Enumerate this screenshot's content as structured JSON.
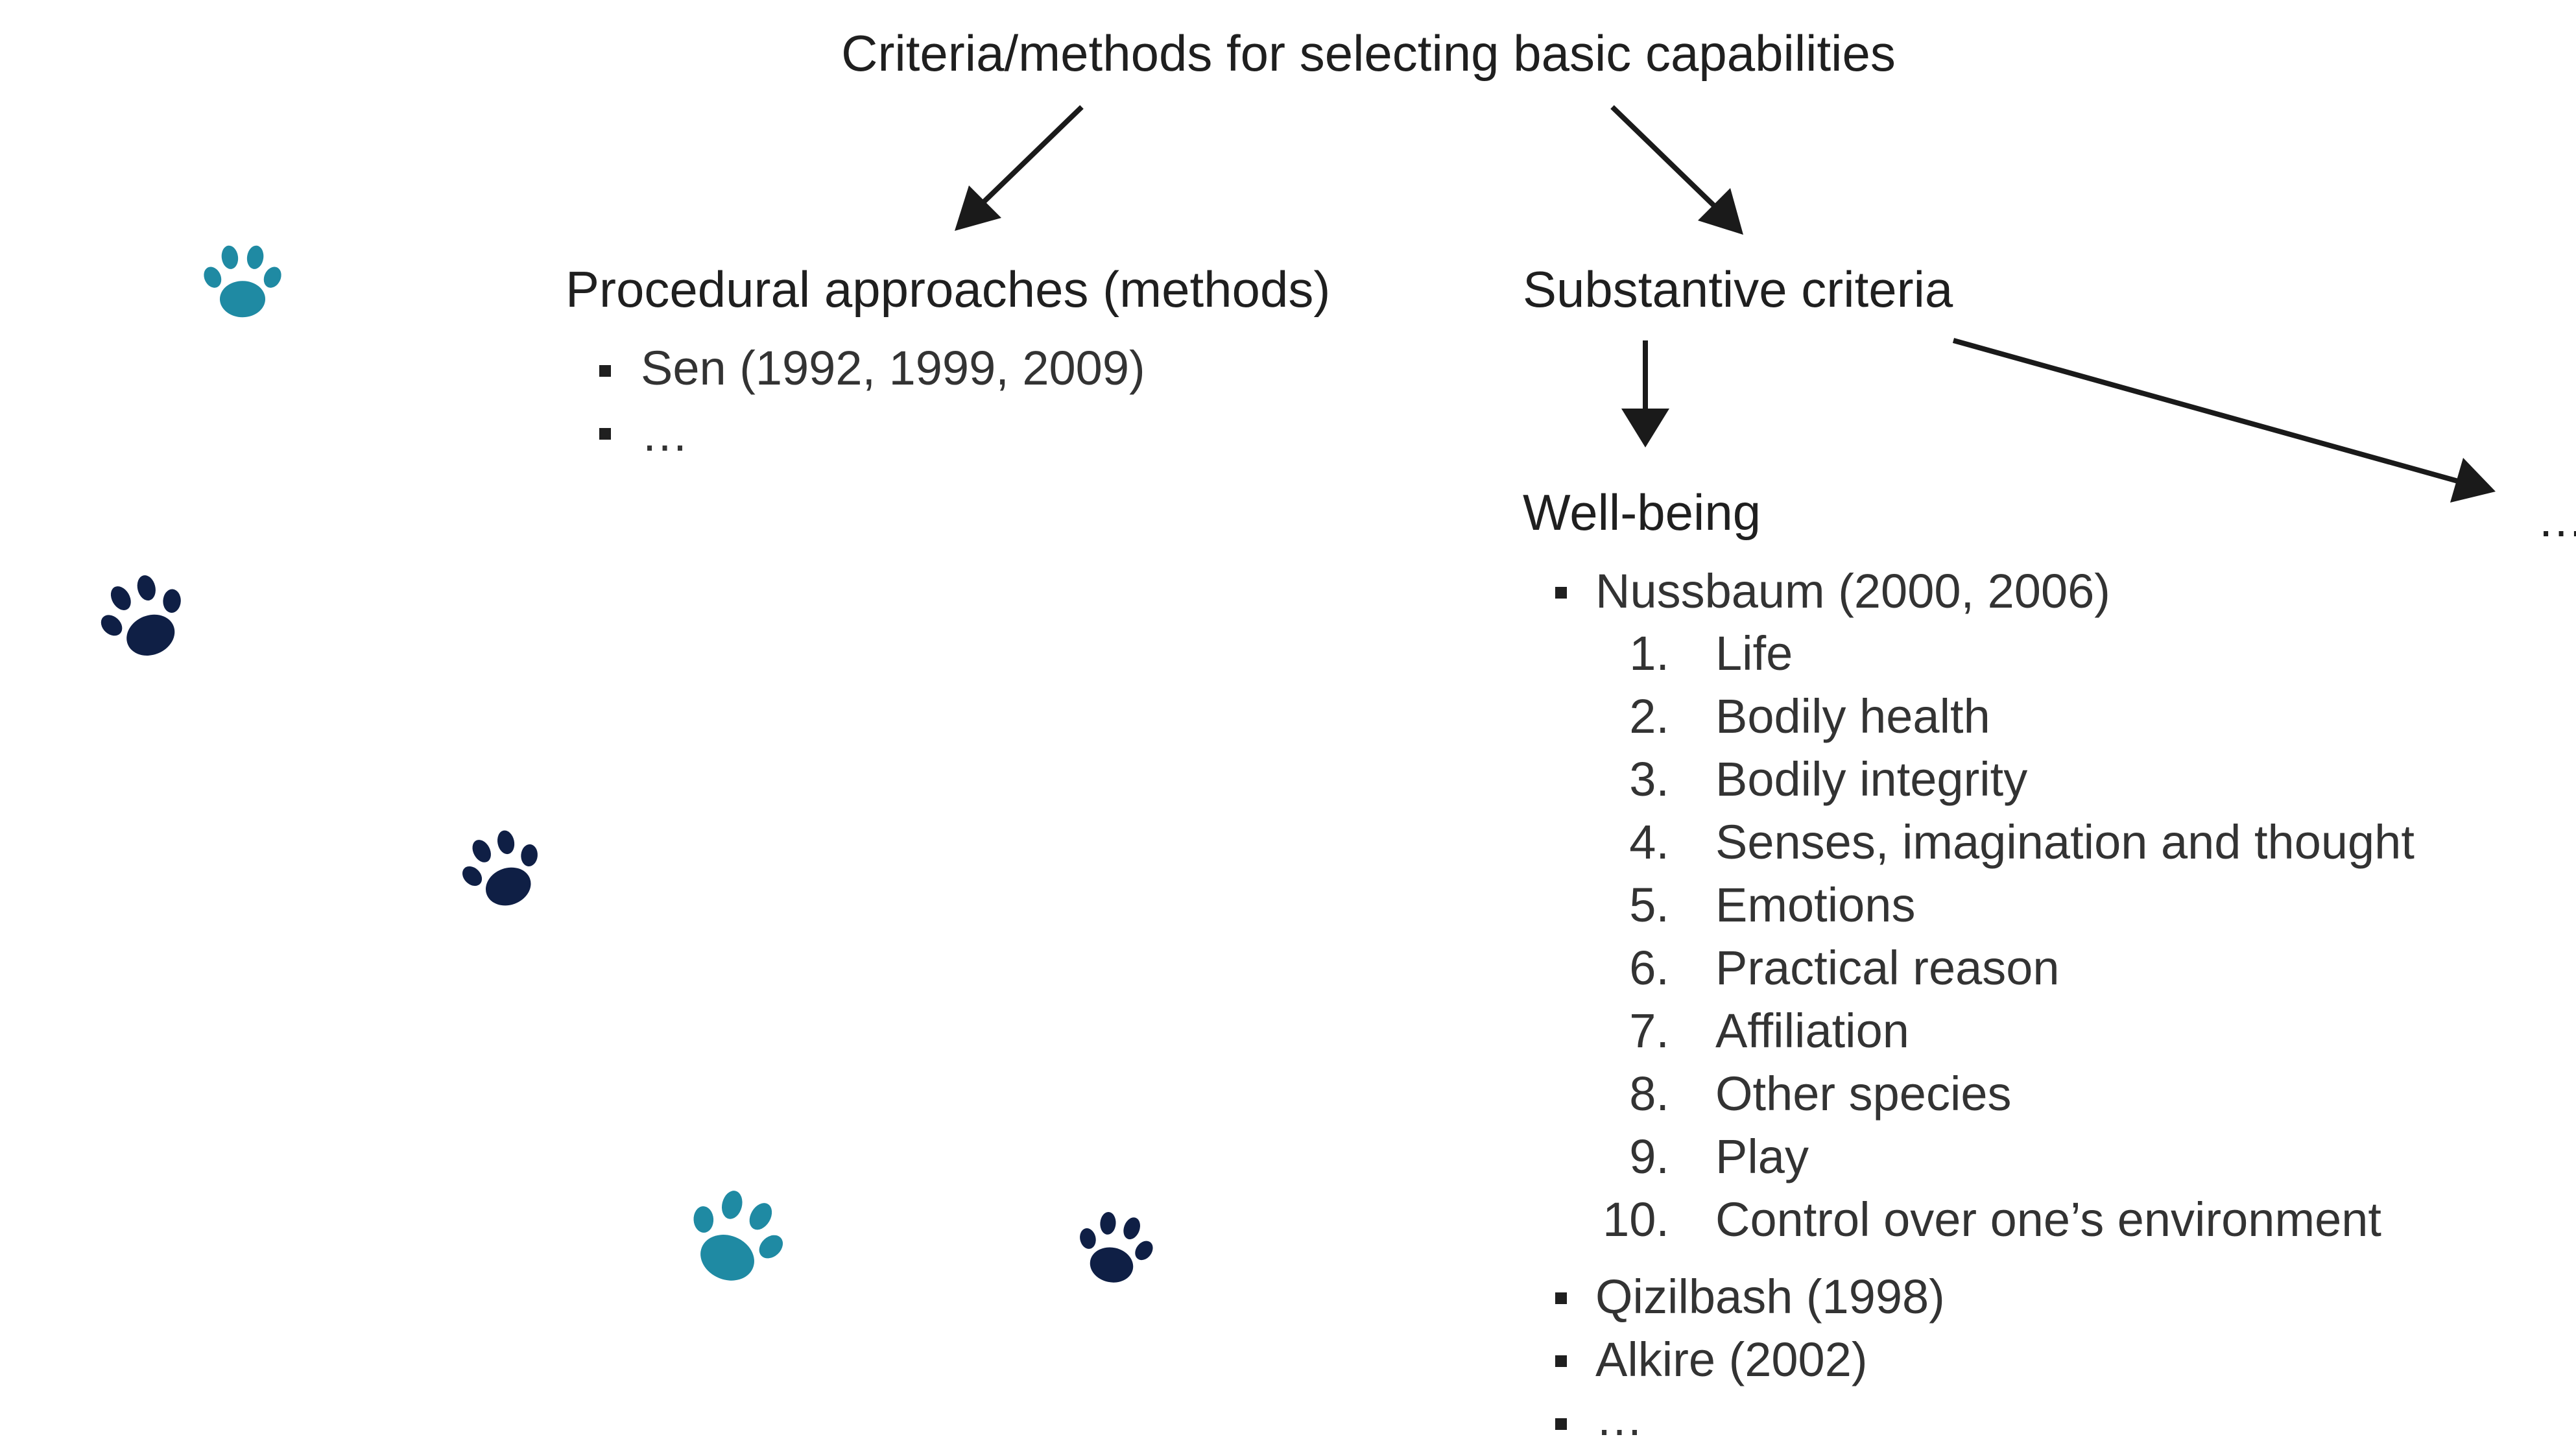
{
  "title": "Criteria/methods for selecting basic capabilities",
  "procedural": {
    "heading": "Procedural approaches (methods)",
    "items": [
      "Sen (1992, 1999, 2009)",
      "…"
    ]
  },
  "substantive": {
    "heading": "Substantive criteria",
    "more": "…"
  },
  "wellbeing": {
    "heading": "Well-being",
    "nussbaum": "Nussbaum (2000, 2006)",
    "capabilities": [
      {
        "num": "1.",
        "label": "Life"
      },
      {
        "num": "2.",
        "label": "Bodily health"
      },
      {
        "num": "3.",
        "label": "Bodily integrity"
      },
      {
        "num": "4.",
        "label": "Senses, imagination and thought"
      },
      {
        "num": "5.",
        "label": "Emotions"
      },
      {
        "num": "6.",
        "label": "Practical reason"
      },
      {
        "num": "7.",
        "label": "Affiliation"
      },
      {
        "num": "8.",
        "label": "Other species"
      },
      {
        "num": "9.",
        "label": "Play"
      },
      {
        "num": "10.",
        "label": "Control over one’s environment"
      }
    ],
    "others": [
      "Qizilbash (1998)",
      "Alkire (2002)",
      "…"
    ]
  },
  "paws": [
    {
      "icon": "paw-print-icon",
      "color": "#1f8aa3"
    },
    {
      "icon": "paw-print-icon",
      "color": "#0f1f45"
    },
    {
      "icon": "paw-print-icon",
      "color": "#0f1f45"
    },
    {
      "icon": "paw-print-icon",
      "color": "#1f8aa3"
    },
    {
      "icon": "paw-print-icon",
      "color": "#0f1f45"
    }
  ],
  "colors": {
    "text": "#1f1f1f",
    "teal": "#1f8aa3",
    "navy": "#0f1f45"
  }
}
